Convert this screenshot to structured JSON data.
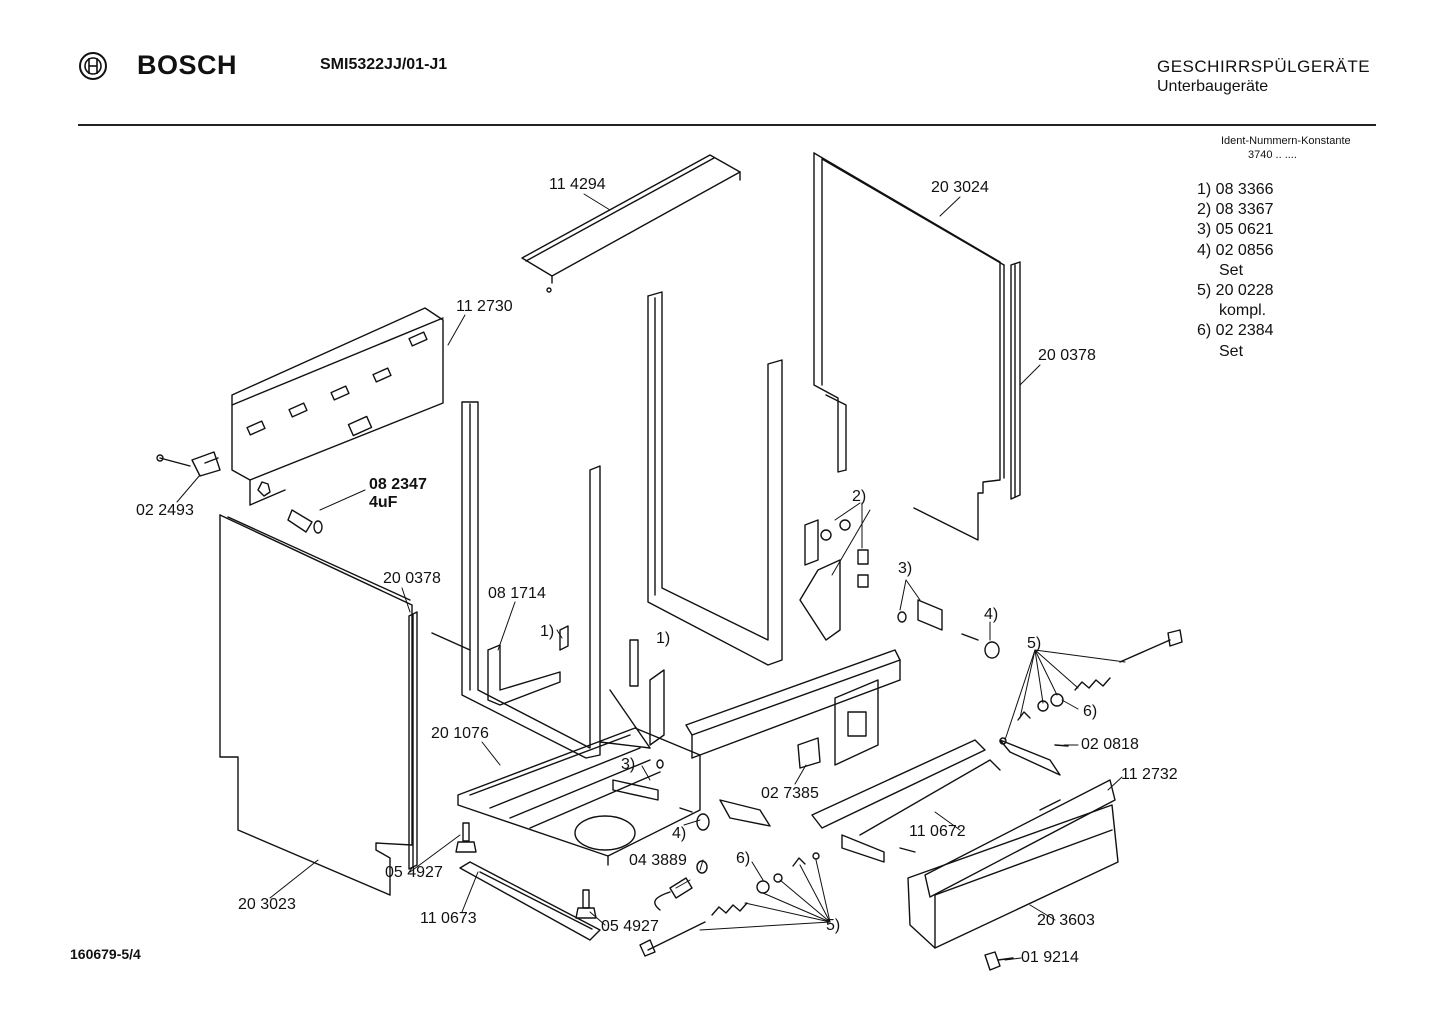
{
  "header": {
    "brand": "BOSCH",
    "model": "SMI5322JJ/01-J1",
    "category": "GESCHIRRSPÜLGERÄTE",
    "subcategory": "Unterbaugeräte"
  },
  "ident": {
    "title": "Ident-Nummern-Konstante",
    "value": "3740  ..  ...."
  },
  "notes": [
    {
      "text": "1) 08 3366"
    },
    {
      "text": "2) 08 3367"
    },
    {
      "text": "3) 05 0621"
    },
    {
      "text": "4) 02 0856",
      "sub": "Set"
    },
    {
      "text": "5) 20 0228",
      "sub": "kompl."
    },
    {
      "text": "6) 02 2384",
      "sub": "Set"
    }
  ],
  "doc_number": "160679-5/4",
  "part_labels": {
    "p114294": "11 4294",
    "p203024": "20 3024",
    "p112730": "11 2730",
    "p200378_right": "20 0378",
    "p022493": "02 2493",
    "p082347": "08 2347",
    "p082347_cap": "4uF",
    "p200378_left": "20 0378",
    "p081714": "08 1714",
    "ref2": "2)",
    "ref3_upper": "3)",
    "ref4_upper": "4)",
    "ref1_a": "1)",
    "ref1_b": "1)",
    "ref5_upper": "5)",
    "ref6_upper": "6)",
    "p020818": "02 0818",
    "p112732": "11 2732",
    "p201076": "20 1076",
    "ref3_lower": "3)",
    "p027385": "02 7385",
    "ref4_lower": "4)",
    "p110672": "11 0672",
    "p054927_a": "05 4927",
    "p043889": "04 3889",
    "ref6_lower": "6)",
    "p203023": "20 3023",
    "p110673": "11 0673",
    "p054927_b": "05 4927",
    "ref5_lower": "5)",
    "p203603": "20 3603",
    "p019214": "01  9214"
  }
}
